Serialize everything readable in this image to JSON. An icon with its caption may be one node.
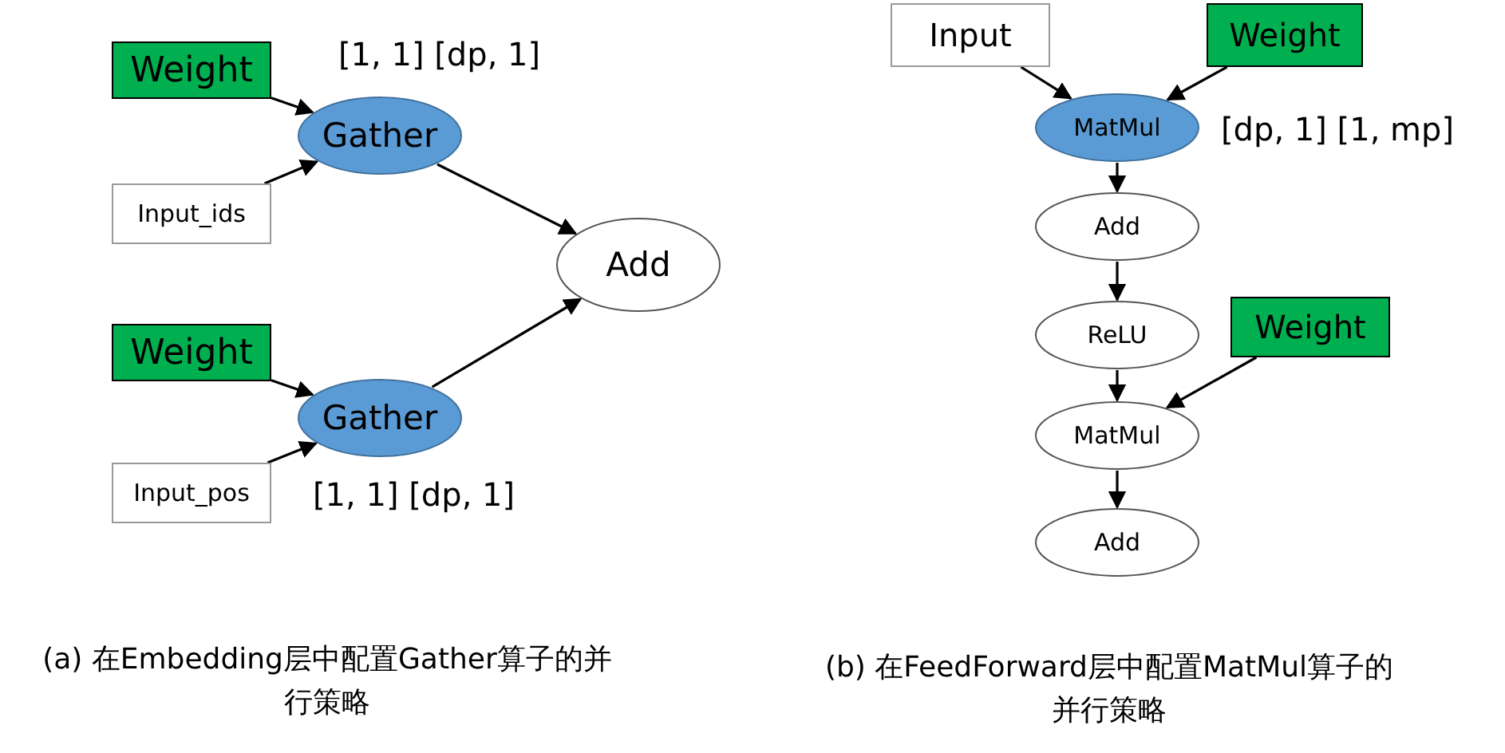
{
  "diagram": {
    "nodes": [
      {
        "text": [
          "Weight"
        ]
      },
      {
        "text": [
          "Gather"
        ]
      },
      {
        "text": [
          "Input_ids"
        ]
      },
      {
        "text": [
          "Add"
        ]
      },
      {
        "text": [
          "Weight"
        ]
      },
      {
        "text": [
          "Gather"
        ]
      },
      {
        "text": [
          "Input_pos"
        ]
      },
      {
        "text": [
          "Input"
        ]
      },
      {
        "text": [
          "Weight"
        ]
      },
      {
        "text": [
          "MatMul"
        ]
      },
      {
        "text": [
          "Add"
        ]
      },
      {
        "text": [
          "ReLU"
        ]
      },
      {
        "text": [
          "Weight"
        ]
      },
      {
        "text": [
          "MatMul"
        ]
      },
      {
        "text": [
          "Add"
        ]
      }
    ],
    "edges": [
      {
        "from": 0,
        "to": 1,
        "arrow": "to"
      },
      {
        "from": 2,
        "to": 1,
        "arrow": "to"
      },
      {
        "from": 1,
        "to": 3,
        "arrow": "to"
      },
      {
        "from": 4,
        "to": 5,
        "arrow": "to"
      },
      {
        "from": 6,
        "to": 5,
        "arrow": "to"
      },
      {
        "from": 5,
        "to": 3,
        "arrow": "to"
      },
      {
        "from": 7,
        "to": 9,
        "arrow": "to"
      },
      {
        "from": 8,
        "to": 9,
        "arrow": "to"
      },
      {
        "from": 9,
        "to": 10,
        "arrow": "to"
      },
      {
        "from": 10,
        "to": 11,
        "arrow": "to"
      },
      {
        "from": 11,
        "to": 13,
        "arrow": "to"
      },
      {
        "from": 12,
        "to": 13,
        "arrow": "to"
      },
      {
        "from": 13,
        "to": 14,
        "arrow": "to"
      }
    ],
    "labels": [
      "[1, 1] [dp, 1]",
      "[dp, 1] [1, mp]",
      "[1, 1] [dp, 1]",
      "(a) 在Embedding层中配置Gather算子的并行策略",
      "(b) 在FeedForward层中配置MatMul算子的并行策略"
    ]
  }
}
